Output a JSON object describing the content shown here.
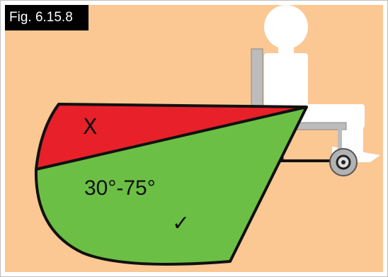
{
  "figure": {
    "label": "Fig. 6.15.8"
  },
  "diagram": {
    "excluded_zone_mark": "X",
    "angle_range_label": "30°-75°",
    "approved_zone_mark": "✓"
  },
  "colors": {
    "background": "#fbc793",
    "excluded_zone": "#e8202a",
    "approved_zone": "#6cbf45",
    "outline": "#111111",
    "chair_frame": "#bcbcbc",
    "figure": "#ffffff"
  }
}
